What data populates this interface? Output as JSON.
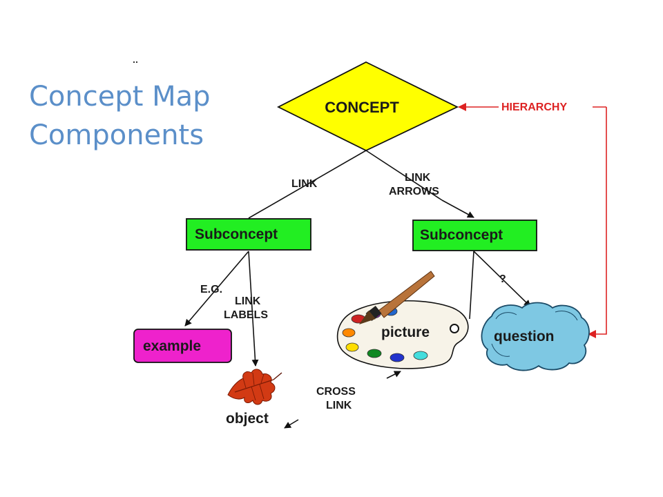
{
  "title": {
    "line1": "Concept Map",
    "line2": "Components"
  },
  "nodes": {
    "concept": "CONCEPT",
    "subconcept_left": "Subconcept",
    "subconcept_right": "Subconcept",
    "example": "example",
    "object": "object",
    "picture": "picture",
    "question": "question"
  },
  "labels": {
    "hierarchy": "HIERARCHY",
    "link": "LINK",
    "link_arrows_1": "LINK",
    "link_arrows_2": "ARROWS",
    "eg": "E.G.",
    "link_labels_1": "LINK",
    "link_labels_2": "LABELS",
    "question_mark": "?",
    "cross_link_1": "CROSS",
    "cross_link_2": "LINK"
  },
  "colors": {
    "title": "#5b8fc9",
    "concept_fill": "#ffff00",
    "subconcept_fill": "#22ee22",
    "example_fill": "#ee22cc",
    "question_fill": "#7ec8e3",
    "hierarchy": "#dd2222",
    "line": "#111111"
  },
  "icons": [
    "leaf-icon",
    "paint-palette-icon",
    "paintbrush-icon"
  ]
}
